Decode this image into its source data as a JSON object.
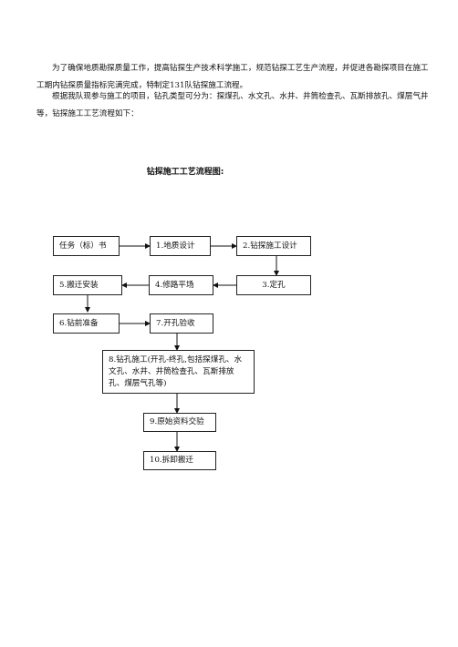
{
  "intro": {
    "p1": "为了确保地质勘探质量工作，提高钻探生产技术科学施工，规范钻探工艺生产流程，并促进各勘探项目在施工工期内钻探质量指标完满完成，特制定131队钻探施工流程。",
    "p2": "根据我队现参与施工的项目，钻孔类型可分为：探煤孔、水文孔、水井、井筒检查孔、瓦斯排放孔、煤层气井等，钻探施工工艺流程如下："
  },
  "flowchart": {
    "title": "钻探施工工艺流程图:",
    "steps": {
      "task": "任务（标）书",
      "s1": "1.地质设计",
      "s2": "2.钻探施工设计",
      "s3": "3.定孔",
      "s4": "4.修路平场",
      "s5": "5.搬迁安装",
      "s6": "6.钻前准备",
      "s7": "7.开孔验收",
      "s8": "8.钻孔施工(开孔-终孔,包括探煤孔、水文孔、水井、井筒检查孔、瓦斯排放孔、煤层气孔等)",
      "s9": "9.原始资料交验",
      "s10": "10.拆卸搬迁"
    }
  }
}
